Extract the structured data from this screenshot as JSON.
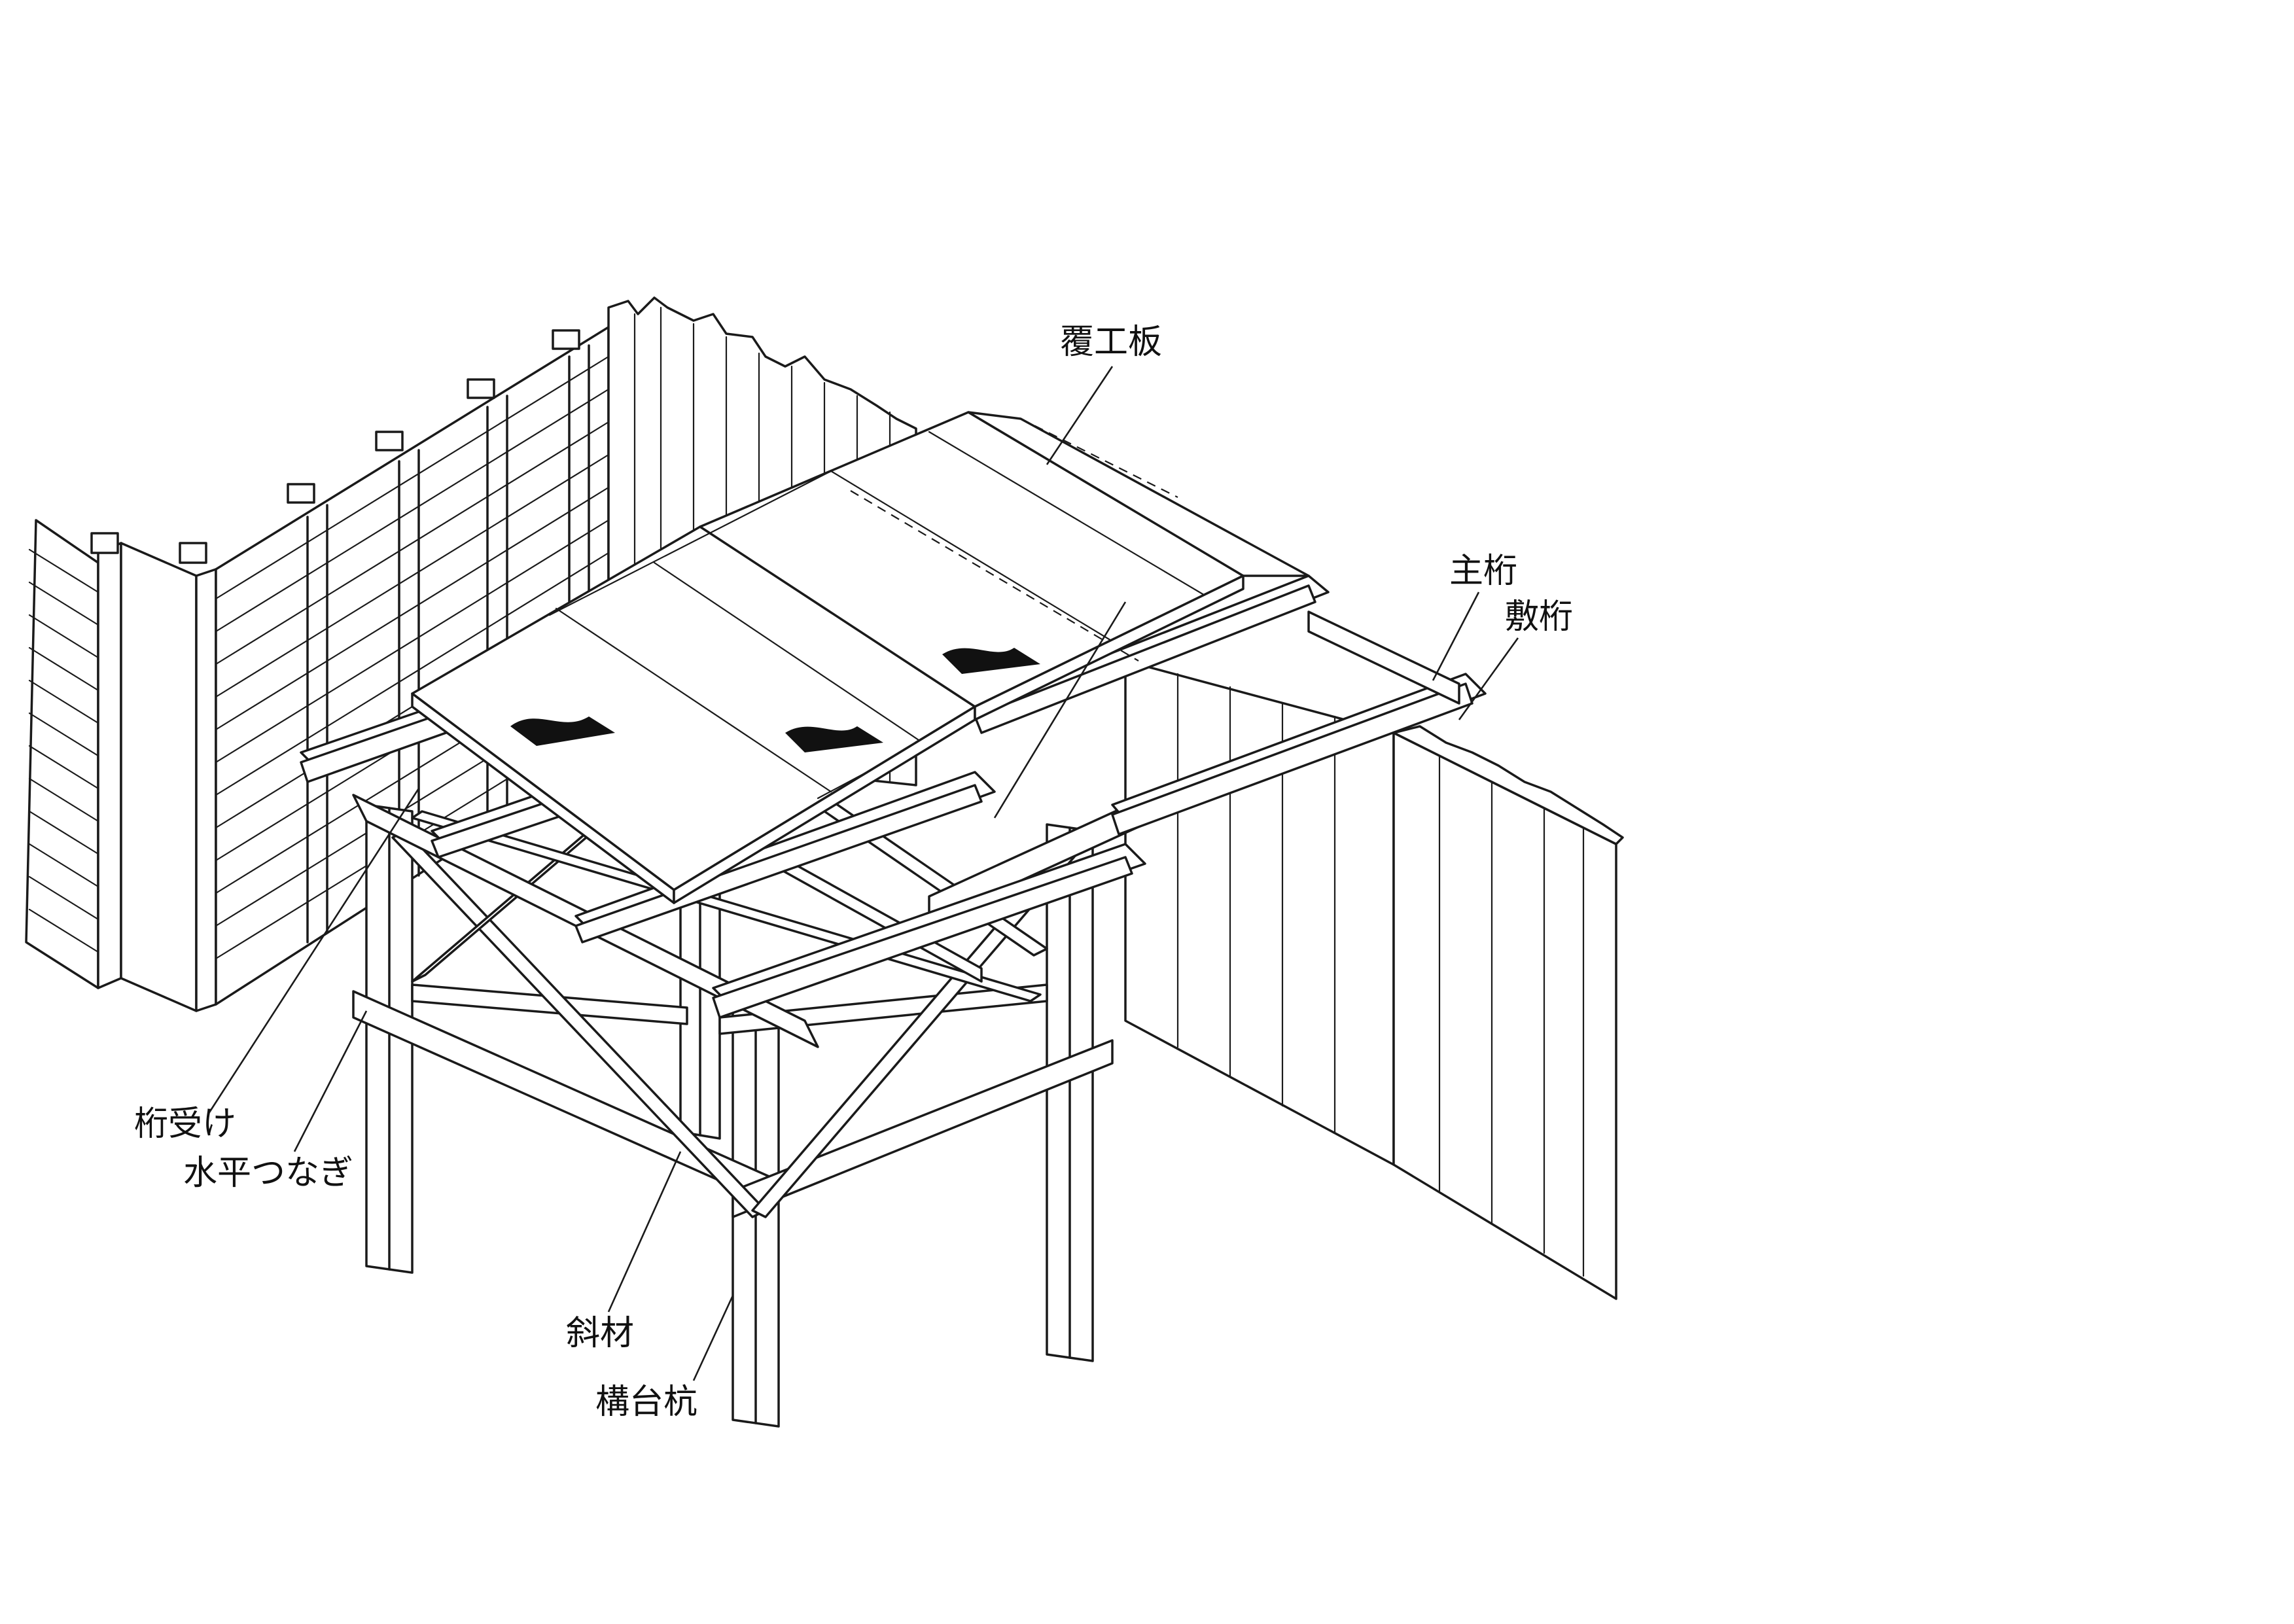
{
  "labels": {
    "covering_plate": "覆工板",
    "main_girder": "主桁",
    "laying_girder": "敷桁",
    "girder_support": "桁受け",
    "horizontal_tie": "水平つなぎ",
    "diagonal_member": "斜材",
    "platform_pile": "構台杭"
  }
}
